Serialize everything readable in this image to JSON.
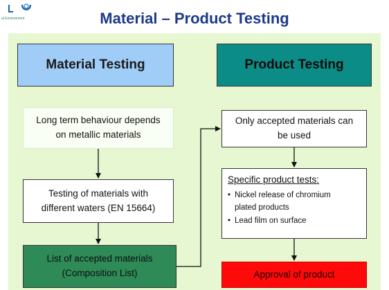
{
  "title": "Material – Product Testing",
  "logo": {
    "text": "al Environment"
  },
  "material_column": {
    "header": "Material Testing",
    "boxes": [
      {
        "line1": "Long term behaviour depends",
        "line2": "on metallic materials"
      },
      {
        "line1": "Testing of materials with",
        "line2": "different waters (EN 15664)"
      },
      {
        "line1": "List of accepted materials",
        "line2": "(Composition List)"
      }
    ]
  },
  "product_column": {
    "header": "Product Testing",
    "only_accepted": {
      "line1": "Only accepted materials can",
      "line2": "be used"
    },
    "specific_tests": {
      "title": "Specific product tests:",
      "items": [
        {
          "line1": "Nickel release of chromium",
          "line2": "plated products"
        },
        {
          "line1": "Lead film on surface",
          "line2": ""
        }
      ]
    },
    "approval": "Approval of product"
  },
  "colors": {
    "title": "#1d3a8a",
    "panel_background": "#e6f7d2",
    "material_header": "#9fcdf7",
    "product_header": "#0c8c86",
    "accepted_list": "#2e8b57",
    "approval": "#ff0a0a"
  }
}
